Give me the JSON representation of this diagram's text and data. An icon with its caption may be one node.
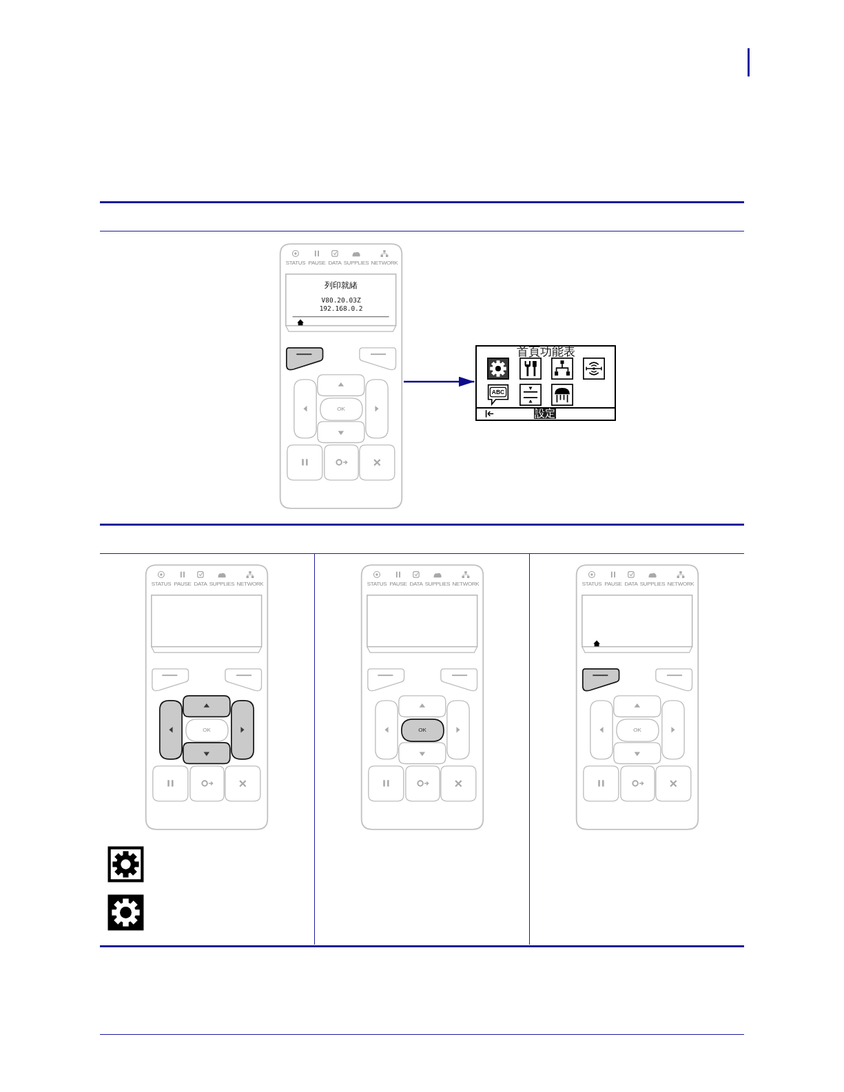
{
  "diagram": {
    "nodes": [
      {
        "text": [
          "STATUS",
          "PAUSE",
          "DATA",
          "SUPPLIES",
          "NETWORK",
          "列印就緒",
          "V80.20.03Z",
          "192.168.0.2",
          "OK"
        ]
      },
      {
        "text": [
          "首頁功能表",
          "ABC",
          "設定"
        ]
      },
      {
        "text": [
          "STATUS",
          "PAUSE",
          "DATA",
          "SUPPLIES",
          "NETWORK",
          "OK"
        ]
      },
      {
        "text": [
          "STATUS",
          "PAUSE",
          "DATA",
          "SUPPLIES",
          "NETWORK",
          "OK"
        ]
      },
      {
        "text": [
          "STATUS",
          "PAUSE",
          "DATA",
          "SUPPLIES",
          "NETWORK",
          "OK"
        ]
      }
    ],
    "edges": [
      {
        "from": 0,
        "to": 1,
        "arrow": "to"
      }
    ]
  }
}
